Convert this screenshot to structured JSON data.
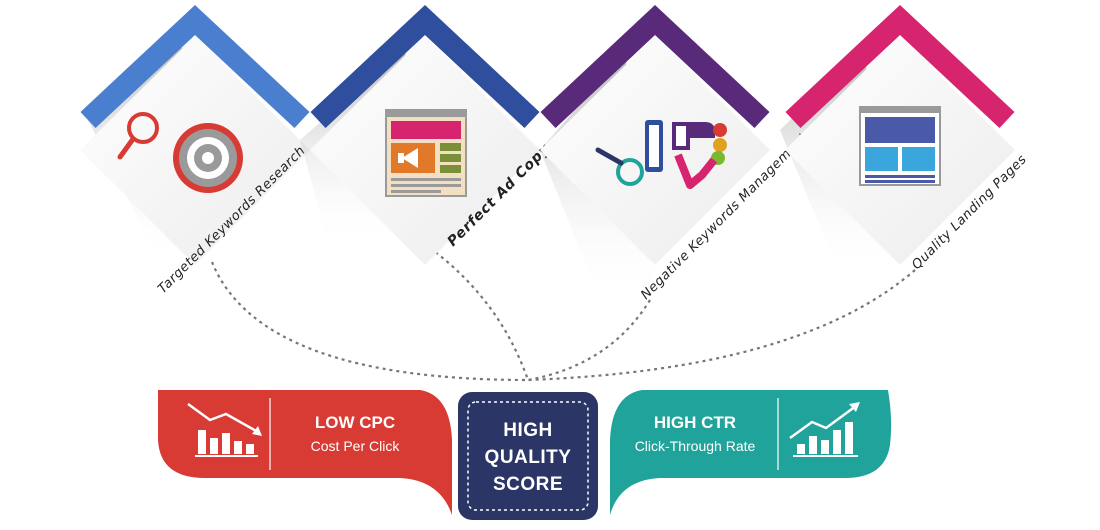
{
  "tiles": [
    {
      "label": "Targeted Keywords Research",
      "color": "#4a7fd0",
      "icon": "magnifier-target-icon"
    },
    {
      "label": "Perfect Ad Copy",
      "color": "#2f4e9e",
      "icon": "ad-copy-megaphone-icon"
    },
    {
      "label": "Negative Keywords Management",
      "color": "#5a2a7a",
      "icon": "keywords-magnifier-icon"
    },
    {
      "label": "Quality Landing Pages",
      "color": "#d6246e",
      "icon": "landing-page-icon"
    }
  ],
  "center": {
    "line1": "HIGH",
    "line2": "QUALITY",
    "line3": "SCORE",
    "color": "#2b3566"
  },
  "left_pill": {
    "title": "LOW CPC",
    "subtitle": "Cost Per Click",
    "color": "#d83a34",
    "icon": "declining-chart-icon"
  },
  "right_pill": {
    "title": "HIGH CTR",
    "subtitle": "Click-Through Rate",
    "color": "#20a39a",
    "icon": "rising-chart-icon"
  }
}
